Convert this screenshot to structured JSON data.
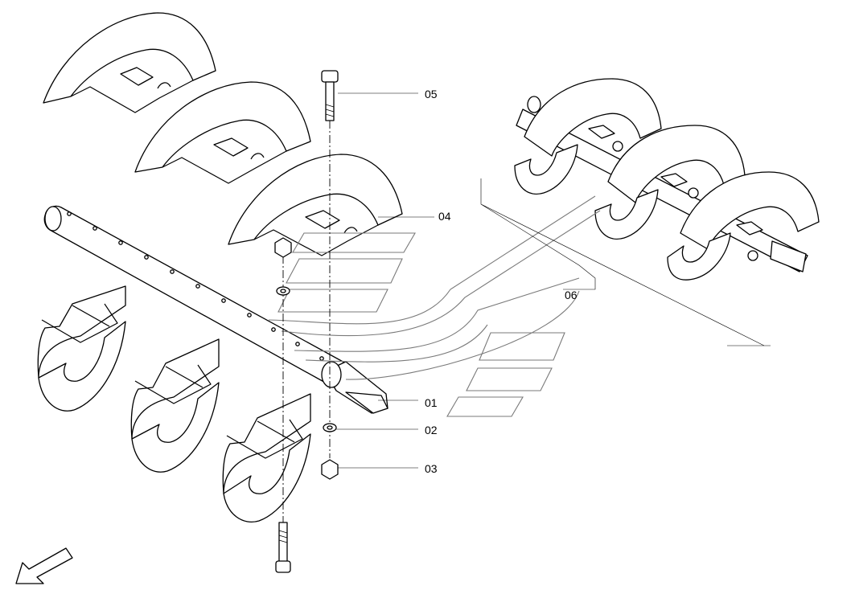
{
  "callouts": {
    "part_01": "01",
    "part_02": "02",
    "part_03": "03",
    "part_04": "04",
    "part_05": "05",
    "part_06": "06"
  },
  "icons": {
    "orientation_arrow": "arrow-down-left-icon"
  }
}
